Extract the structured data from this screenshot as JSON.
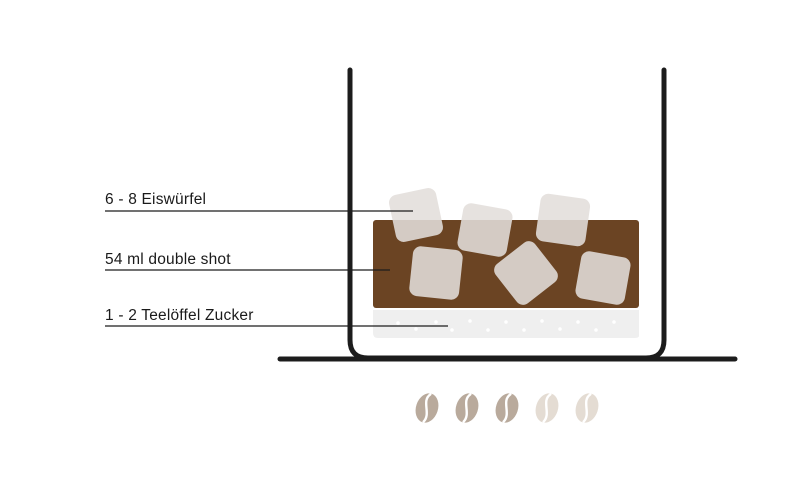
{
  "labels": {
    "ice": "6 - 8 Eiswürfel",
    "espresso": "54 ml double shot",
    "sugar": "1 - 2 Teelöffel Zucker"
  },
  "beans": {
    "total": 5,
    "highlighted": 3,
    "icon": "coffee-bean-icon"
  },
  "colors": {
    "glass": "#1c1c1c",
    "espresso": "#6b4423",
    "ice": "#e2dedb",
    "sugar": "#efefef",
    "bean_dark": "#b9aa9c",
    "bean_light": "#e4dcd3"
  }
}
